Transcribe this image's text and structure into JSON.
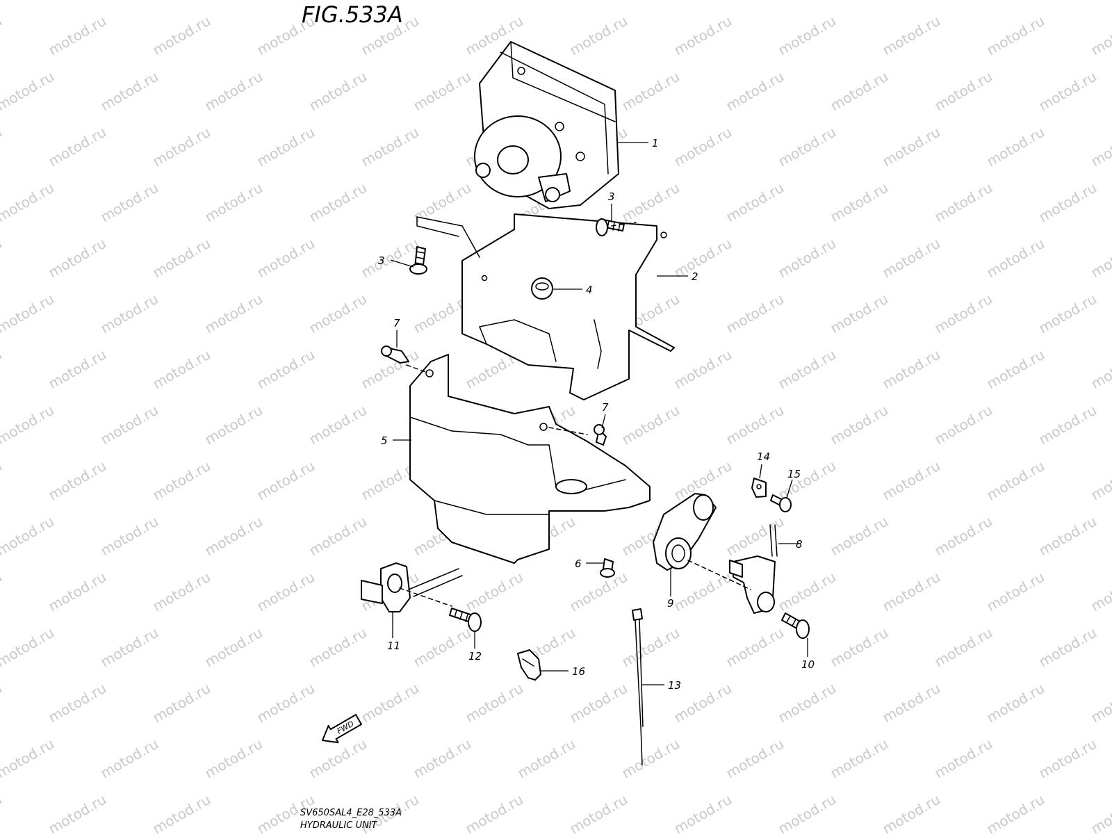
{
  "figure": {
    "title": "FIG.533A",
    "footer_code": "SV650SAL4_E28_533A",
    "footer_name": "HYDRAULIC UNIT"
  },
  "watermark": {
    "text": "motod.ru"
  },
  "fwd_label": "FWD",
  "callouts": [
    {
      "id": "c1",
      "label": "1"
    },
    {
      "id": "c2",
      "label": "2"
    },
    {
      "id": "c3a",
      "label": "3"
    },
    {
      "id": "c3b",
      "label": "3"
    },
    {
      "id": "c4",
      "label": "4"
    },
    {
      "id": "c5",
      "label": "5"
    },
    {
      "id": "c6",
      "label": "6"
    },
    {
      "id": "c7a",
      "label": "7"
    },
    {
      "id": "c7b",
      "label": "7"
    },
    {
      "id": "c8",
      "label": "8"
    },
    {
      "id": "c9",
      "label": "9"
    },
    {
      "id": "c10",
      "label": "10"
    },
    {
      "id": "c11",
      "label": "11"
    },
    {
      "id": "c12",
      "label": "12"
    },
    {
      "id": "c13",
      "label": "13"
    },
    {
      "id": "c14",
      "label": "14"
    },
    {
      "id": "c15",
      "label": "15"
    },
    {
      "id": "c16",
      "label": "16"
    }
  ]
}
